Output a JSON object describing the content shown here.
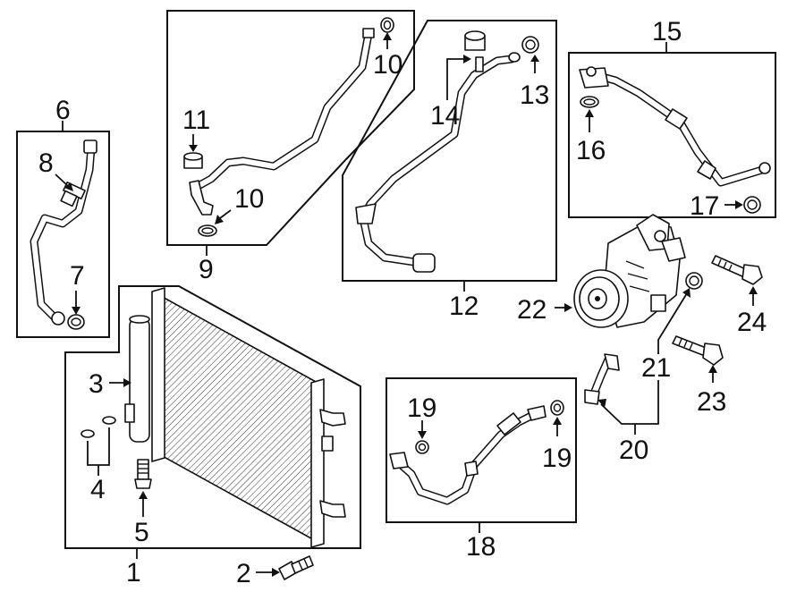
{
  "callouts": {
    "c1": "1",
    "c2": "2",
    "c3": "3",
    "c4": "4",
    "c5": "5",
    "c6": "6",
    "c7": "7",
    "c8": "8",
    "c9": "9",
    "c10a": "10",
    "c10b": "10",
    "c11": "11",
    "c12": "12",
    "c13": "13",
    "c14": "14",
    "c15": "15",
    "c16": "16",
    "c17": "17",
    "c18": "18",
    "c19a": "19",
    "c19b": "19",
    "c20": "20",
    "c21": "21",
    "c22": "22",
    "c23": "23",
    "c24": "24"
  }
}
